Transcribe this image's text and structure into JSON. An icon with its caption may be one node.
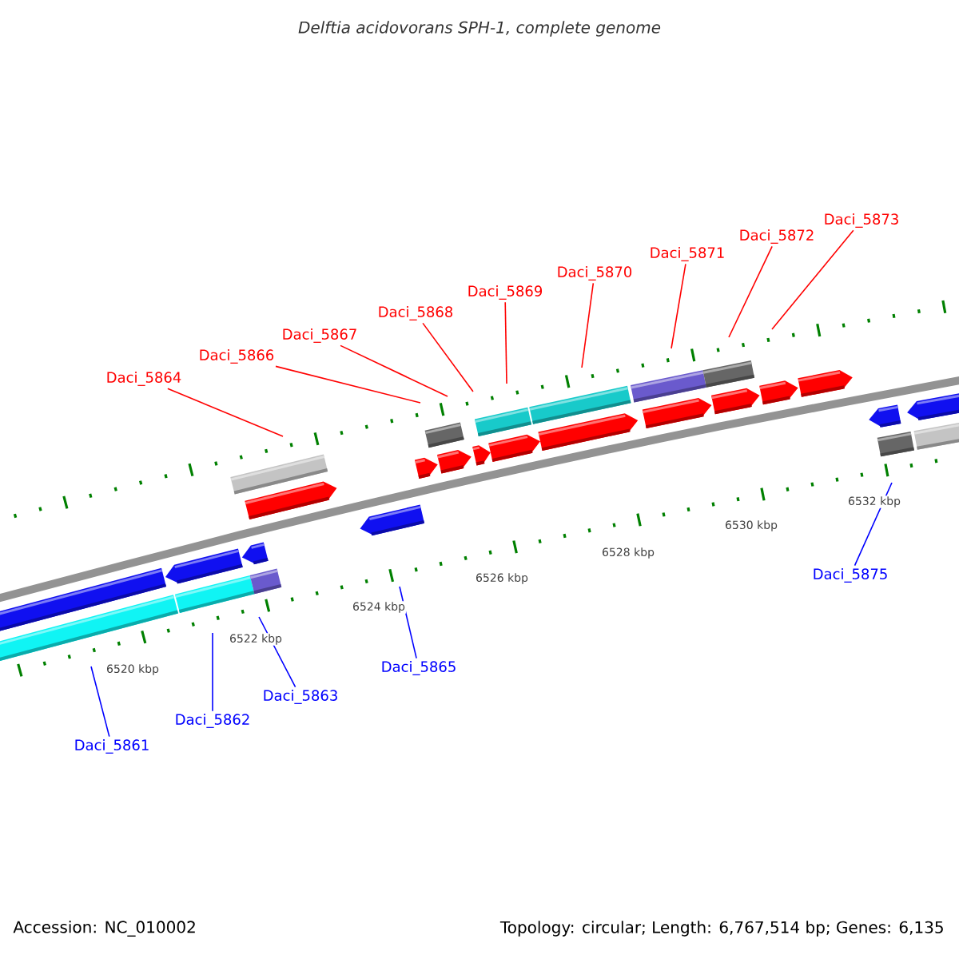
{
  "diagram": {
    "title": "Delftia acidovorans SPH-1, complete genome",
    "nodes": [
      {
        "text": [
          "Daci_5861"
        ]
      },
      {
        "text": [
          "Daci_5862"
        ]
      },
      {
        "text": [
          "Daci_5863"
        ]
      },
      {
        "text": [
          "Daci_5864"
        ]
      },
      {
        "text": [
          "Daci_5865"
        ]
      },
      {
        "text": [
          "Daci_5866"
        ]
      },
      {
        "text": [
          "Daci_5867"
        ]
      },
      {
        "text": [
          "Daci_5868"
        ]
      },
      {
        "text": [
          "Daci_5869"
        ]
      },
      {
        "text": [
          "Daci_5870"
        ]
      },
      {
        "text": [
          "Daci_5871"
        ]
      },
      {
        "text": [
          "Daci_5872"
        ]
      },
      {
        "text": [
          "Daci_5873"
        ]
      },
      {
        "text": [
          "Daci_5875"
        ]
      }
    ],
    "edges": [
      {
        "from": 0,
        "to": null,
        "arrow": "none",
        "color": "#0000ff"
      },
      {
        "from": 1,
        "to": null,
        "arrow": "none",
        "color": "#0000ff"
      },
      {
        "from": 2,
        "to": null,
        "arrow": "none",
        "color": "#0000ff"
      },
      {
        "from": 3,
        "to": null,
        "arrow": "none"
      },
      {
        "from": 4,
        "to": null,
        "arrow": "none",
        "color": "#0000ff"
      },
      {
        "from": 5,
        "to": null,
        "arrow": "none"
      },
      {
        "from": 6,
        "to": null,
        "arrow": "none"
      },
      {
        "from": 7,
        "to": null,
        "arrow": "none"
      },
      {
        "from": 8,
        "to": null,
        "arrow": "none"
      },
      {
        "from": 9,
        "to": null,
        "arrow": "none"
      },
      {
        "from": 10,
        "to": null,
        "arrow": "none"
      },
      {
        "from": 11,
        "to": null,
        "arrow": "none"
      },
      {
        "from": 12,
        "to": null,
        "arrow": "none"
      },
      {
        "from": 13,
        "to": null,
        "arrow": "none",
        "color": "#0000ff"
      }
    ],
    "labels": [
      "6520 kbp",
      "6522 kbp",
      "6524 kbp",
      "6526 kbp",
      "6528 kbp",
      "6530 kbp",
      "6532 kbp",
      "Accession: NC_010002",
      "Topology: circular; Length: 6,767,514 bp; Genes: 6,135"
    ]
  }
}
